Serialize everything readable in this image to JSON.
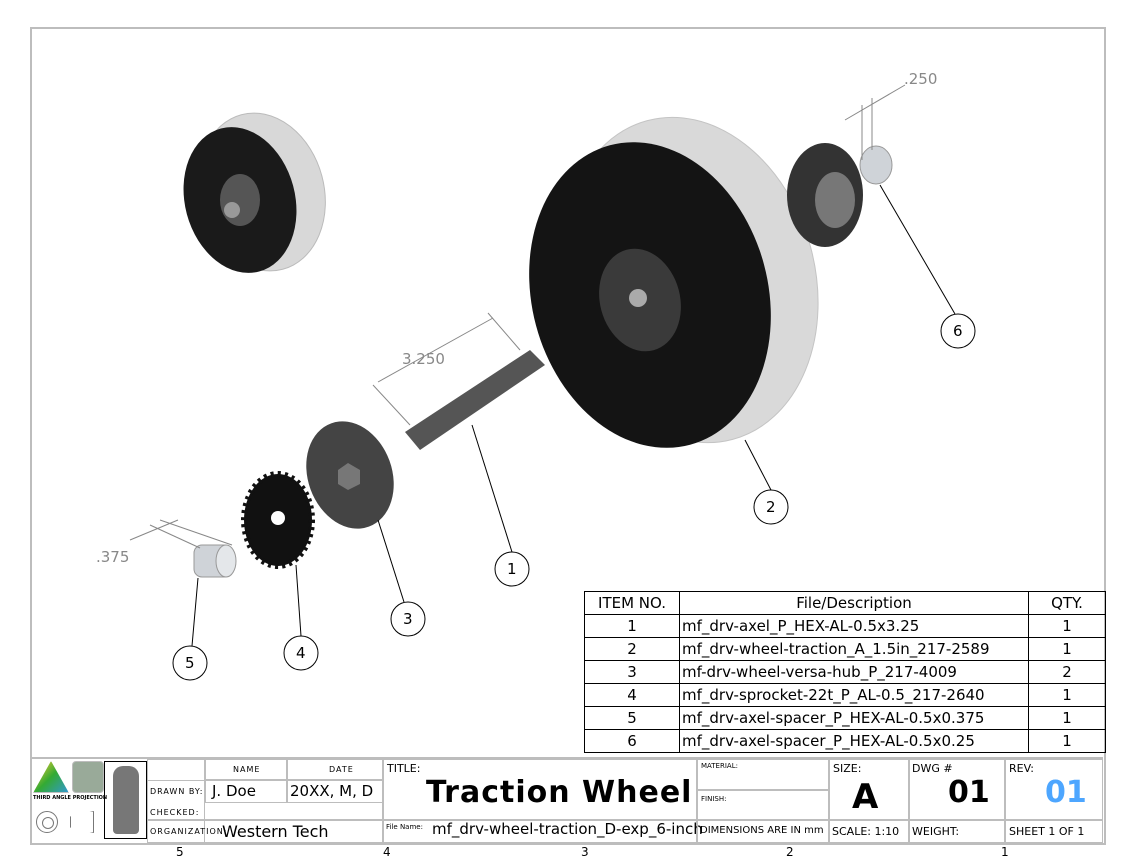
{
  "drawing": {
    "dimensions": {
      "axle_length": "3.250",
      "spacer_small": ".250",
      "spacer_large": ".375"
    },
    "balloons": [
      "1",
      "2",
      "3",
      "4",
      "5",
      "6"
    ]
  },
  "bom": {
    "headers": [
      "ITEM NO.",
      "File/Description",
      "QTY."
    ],
    "rows": [
      {
        "item": "1",
        "desc": "mf_drv-axel_P_HEX-AL-0.5x3.25",
        "qty": "1"
      },
      {
        "item": "2",
        "desc": "mf_drv-wheel-traction_A_1.5in_217-2589",
        "qty": "1"
      },
      {
        "item": "3",
        "desc": "mf-drv-wheel-versa-hub_P_217-4009",
        "qty": "2"
      },
      {
        "item": "4",
        "desc": "mf_drv-sprocket-22t_P_AL-0.5_217-2640",
        "qty": "1"
      },
      {
        "item": "5",
        "desc": "mf_drv-axel-spacer_P_HEX-AL-0.5x0.375",
        "qty": "1"
      },
      {
        "item": "6",
        "desc": "mf_drv-axel-spacer_P_HEX-AL-0.5x0.25",
        "qty": "1"
      }
    ]
  },
  "title_block": {
    "projection_label": "THIRD ANGLE PROJECTION",
    "name_header": "NAME",
    "date_header": "DATE",
    "drawn_by_label": "DRAWN BY:",
    "drawn_by": "J. Doe",
    "drawn_date": "20XX, M, D",
    "checked_label": "CHECKED:",
    "organization_label": "ORGANIZATION:",
    "organization": "Western Tech",
    "title_label": "TITLE:",
    "title": "Traction Wheel",
    "file_name_label": "File Name:",
    "file_name": "mf_drv-wheel-traction_D-exp_6-inch",
    "material_label": "MATERIAL:",
    "finish_label": "FINISH:",
    "dimensions_note": "DIMENSIONS ARE IN mm",
    "size_label": "SIZE:",
    "size": "A",
    "dwg_label": "DWG #",
    "dwg": "01",
    "rev_label": "REV:",
    "rev": "01",
    "scale": "SCALE: 1:10",
    "weight_label": "WEIGHT:",
    "sheet": "SHEET 1 OF 1",
    "rev_color": "#4da6ff"
  },
  "zones": [
    "5",
    "4",
    "3",
    "2",
    "1"
  ]
}
